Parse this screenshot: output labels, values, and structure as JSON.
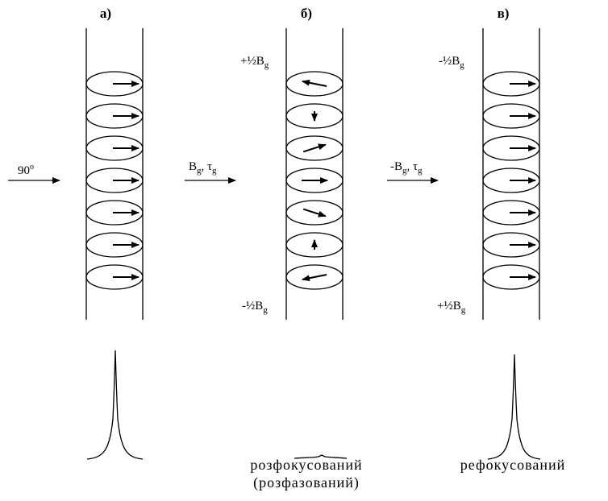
{
  "panels": [
    {
      "label": "а)",
      "arrow_angles_deg": [
        0,
        0,
        0,
        0,
        0,
        0,
        0
      ],
      "top_field": "",
      "bottom_field": "",
      "caption_line1": "",
      "caption_line2": "",
      "spectrum": "sharp"
    },
    {
      "label": "б)",
      "arrow_angles_deg": [
        160,
        270,
        30,
        0,
        -30,
        90,
        -160
      ],
      "top_field": "+½B",
      "bottom_field": "-½B",
      "caption_line1": "розфокусований",
      "caption_line2": "(розфазований)",
      "spectrum": "flat"
    },
    {
      "label": "в)",
      "arrow_angles_deg": [
        0,
        0,
        0,
        0,
        0,
        0,
        0
      ],
      "top_field": "-½B",
      "bottom_field": "+½B",
      "caption_line1": "рефокусований",
      "caption_line2": "",
      "spectrum": "sharp"
    }
  ],
  "field_subscript": "g",
  "pulses": [
    {
      "main": "90",
      "sup": "o",
      "sub1": "",
      "mid": "",
      "sub2": ""
    },
    {
      "main": "B",
      "sub1": "g",
      "mid": ", τ",
      "sub2": "g",
      "sup": ""
    },
    {
      "main": "-B",
      "sub1": "g",
      "mid": ", τ",
      "sub2": "g",
      "sup": ""
    }
  ]
}
